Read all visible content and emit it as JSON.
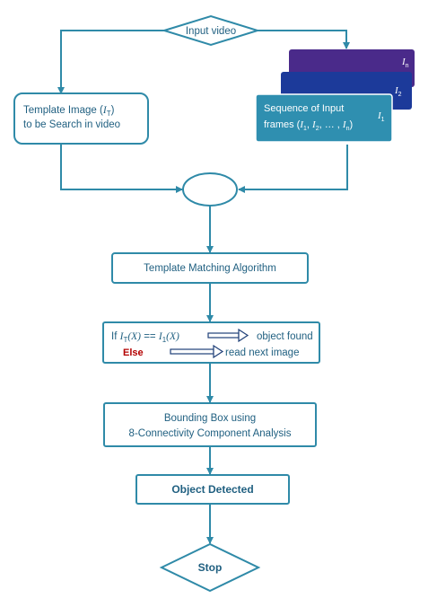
{
  "nodes": {
    "input_video": "Input video",
    "template_image": {
      "line1": "Template Image (",
      "sym": "I",
      "sub": "T",
      "line1_end": ")",
      "line2": "to be Search in video"
    },
    "frame_stack": {
      "back_label": "I",
      "back_sub": "n",
      "mid_label": "I",
      "mid_sub": "2",
      "front_title": "Sequence of Input",
      "front_line2_start": "frames (",
      "front_i1": "I",
      "front_i1_sub": "1",
      "front_sep1": ", ",
      "front_i2": "I",
      "front_i2_sub": "2",
      "front_dots": ", … , ",
      "front_in": "I",
      "front_in_sub": "n",
      "front_line2_end": ")",
      "front_label": "I",
      "front_label_sub": "1"
    },
    "template_matching": "Template Matching Algorithm",
    "condition": {
      "if_word": "If ",
      "it": "I",
      "it_sub": "T",
      "it_arg": "(X)",
      "eq": " == ",
      "i1": "I",
      "i1_sub": "1",
      "i1_arg": "(X)",
      "found": "object found",
      "else_word": "Else",
      "next": "read next image"
    },
    "bounding_box": {
      "line1": "Bounding Box using",
      "line2": "8-Connectivity Component Analysis"
    },
    "object_detected": "Object Detected",
    "stop": "Stop"
  },
  "colors": {
    "stroke": "#2f8aa8",
    "text": "#1f5f80",
    "else_red": "#b30000",
    "frame_back": "#4a2a8a",
    "frame_mid": "#1c3a9a",
    "frame_front": "#2f8fb0"
  }
}
